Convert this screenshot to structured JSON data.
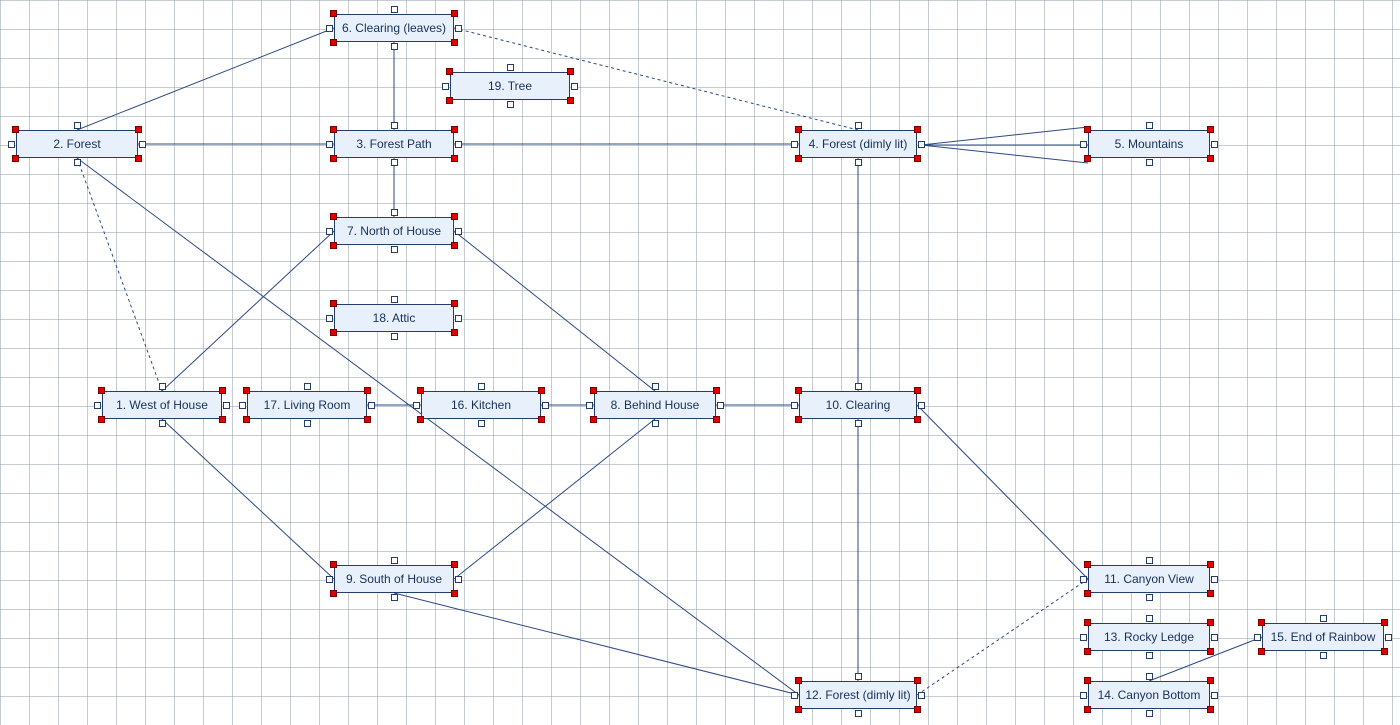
{
  "colors": {
    "node_fill": "#e8f0fb",
    "node_border": "#233e6d",
    "line": "#2b4a82",
    "handle": "#e00000"
  },
  "rooms": [
    {
      "id": 1,
      "label": "1. West of House"
    },
    {
      "id": 2,
      "label": "2. Forest"
    },
    {
      "id": 3,
      "label": "3. Forest Path"
    },
    {
      "id": 4,
      "label": "4. Forest (dimly lit)"
    },
    {
      "id": 5,
      "label": "5. Mountains"
    },
    {
      "id": 6,
      "label": "6. Clearing (leaves)"
    },
    {
      "id": 7,
      "label": "7. North of House"
    },
    {
      "id": 8,
      "label": "8. Behind House"
    },
    {
      "id": 9,
      "label": "9. South of House"
    },
    {
      "id": 10,
      "label": "10. Clearing"
    },
    {
      "id": 11,
      "label": "11. Canyon View"
    },
    {
      "id": 12,
      "label": "12. Forest (dimly lit)"
    },
    {
      "id": 13,
      "label": "13. Rocky Ledge"
    },
    {
      "id": 14,
      "label": "14. Canyon Bottom"
    },
    {
      "id": 15,
      "label": "15. End of Rainbow"
    },
    {
      "id": 16,
      "label": "16. Kitchen"
    },
    {
      "id": 17,
      "label": "17. Living Room"
    },
    {
      "id": 18,
      "label": "18. Attic"
    },
    {
      "id": 19,
      "label": "19. Tree"
    }
  ],
  "connections": [
    {
      "from": 2,
      "to": 3,
      "style": "solid"
    },
    {
      "from": 3,
      "to": 4,
      "style": "solid"
    },
    {
      "from": 3,
      "to": 6,
      "style": "solid"
    },
    {
      "from": 3,
      "to": 7,
      "style": "solid"
    },
    {
      "from": 2,
      "to": 6,
      "style": "solid"
    },
    {
      "from": 6,
      "to": 4,
      "style": "dashed"
    },
    {
      "from": 4,
      "to": 5,
      "style": "solid"
    },
    {
      "from": 4,
      "to": 5,
      "style": "solid"
    },
    {
      "from": 4,
      "to": 5,
      "style": "solid"
    },
    {
      "from": 4,
      "to": 10,
      "style": "solid"
    },
    {
      "from": 2,
      "to": 1,
      "style": "dashed"
    },
    {
      "from": 2,
      "to": 12,
      "style": "solid"
    },
    {
      "from": 7,
      "to": 1,
      "style": "solid"
    },
    {
      "from": 7,
      "to": 8,
      "style": "solid"
    },
    {
      "from": 1,
      "to": 9,
      "style": "solid"
    },
    {
      "from": 17,
      "to": 16,
      "style": "solid"
    },
    {
      "from": 16,
      "to": 8,
      "style": "solid"
    },
    {
      "from": 8,
      "to": 10,
      "style": "solid"
    },
    {
      "from": 8,
      "to": 9,
      "style": "solid"
    },
    {
      "from": 9,
      "to": 12,
      "style": "solid"
    },
    {
      "from": 10,
      "to": 12,
      "style": "solid"
    },
    {
      "from": 10,
      "to": 11,
      "style": "solid"
    },
    {
      "from": 12,
      "to": 11,
      "style": "dashed"
    },
    {
      "from": 14,
      "to": 15,
      "style": "solid"
    }
  ]
}
